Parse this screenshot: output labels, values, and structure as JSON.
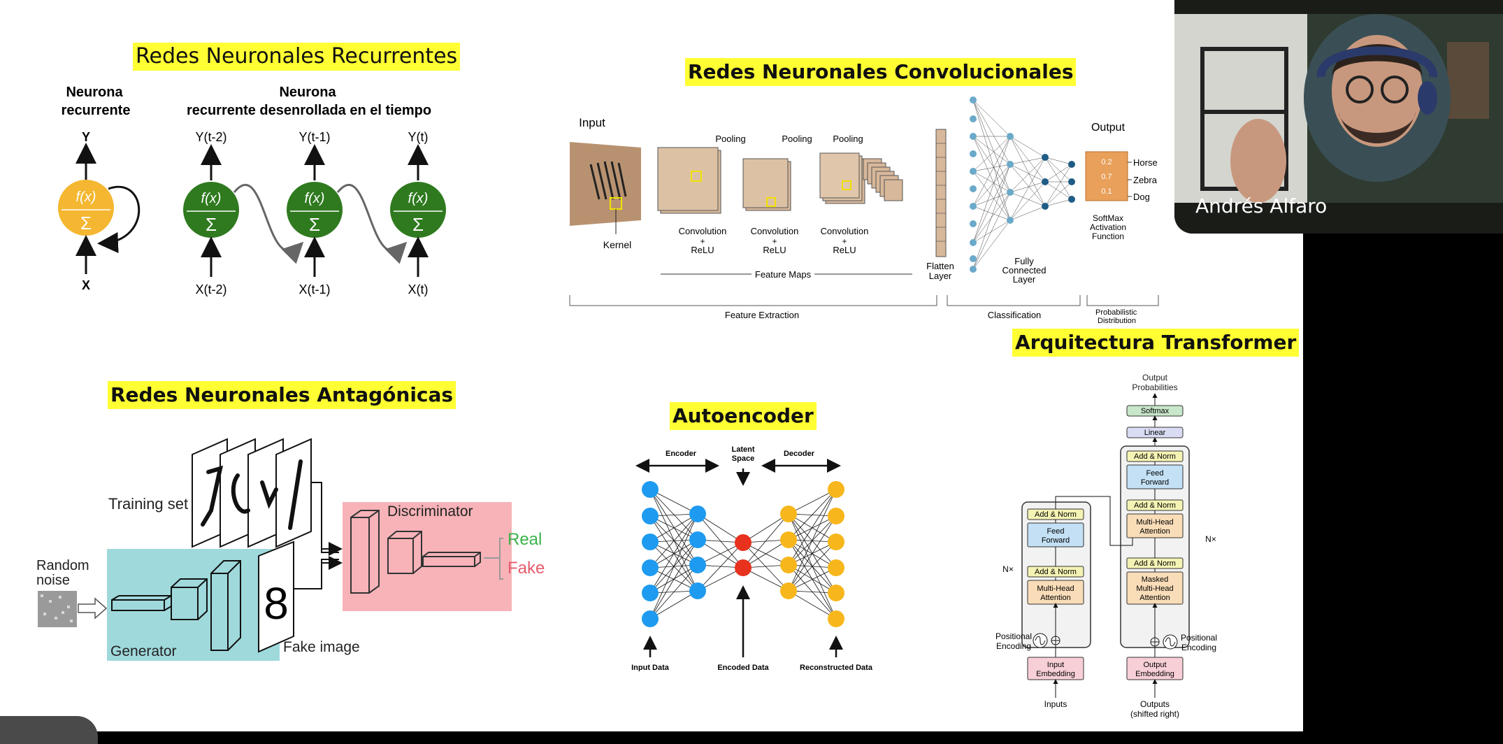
{
  "slide": {
    "rnn": {
      "title": "Redes Neuronales Recurrentes",
      "neuron_label_1": "Neurona",
      "neuron_label_2": "recurrente",
      "unrolled_label_1": "Neurona",
      "unrolled_label_2": "recurrente desenrollada en el tiempo",
      "y": "Y",
      "x": "X",
      "fx": "f(x)",
      "sigma": "Σ",
      "y_t2": "Y(t-2)",
      "y_t1": "Y(t-1)",
      "y_t": "Y(t)",
      "x_t2": "X(t-2)",
      "x_t1": "X(t-1)",
      "x_t": "X(t)"
    },
    "cnn": {
      "title": "Redes Neuronales Convolucionales",
      "input": "Input",
      "kernel": "Kernel",
      "pooling": "Pooling",
      "conv_1": "Convolution",
      "plus": "+",
      "relu": "ReLU",
      "flatten_1": "Flatten",
      "flatten_2": "Layer",
      "fc_1": "Fully",
      "fc_2": "Connected",
      "fc_3": "Layer",
      "output": "Output",
      "p1": "0.2",
      "p2": "0.7",
      "p3": "0.1",
      "horse": "Horse",
      "zebra": "Zebra",
      "dog": "Dog",
      "softmax_1": "SoftMax",
      "softmax_2": "Activation",
      "softmax_3": "Function",
      "feature_maps": "Feature Maps",
      "feature_extraction": "Feature Extraction",
      "classification": "Classification",
      "prob_1": "Probabilistic",
      "prob_2": "Distribution"
    },
    "gan": {
      "title": "Redes Neuronales Antagónicas",
      "training_set": "Training set",
      "random_noise_1": "Random",
      "random_noise_2": "noise",
      "generator": "Generator",
      "fake_image": "Fake image",
      "discriminator": "Discriminator",
      "real": "Real",
      "fake": "Fake",
      "digit_8": "8",
      "digit_1": "1"
    },
    "autoencoder": {
      "title": "Autoencoder",
      "encoder": "Encoder",
      "latent_1": "Latent",
      "latent_2": "Space",
      "decoder": "Decoder",
      "input_data": "Input Data",
      "encoded_data": "Encoded Data",
      "reconstructed_data": "Reconstructed Data"
    },
    "transformer": {
      "title": "Arquitectura Transformer",
      "output_probs_1": "Output",
      "output_probs_2": "Probabilities",
      "softmax": "Softmax",
      "linear": "Linear",
      "add_norm": "Add & Norm",
      "feed": "Feed",
      "forward": "Forward",
      "multi_head": "Multi-Head",
      "attention": "Attention",
      "masked": "Masked",
      "nx": "N×",
      "positional": "Positional",
      "encoding": "Encoding",
      "input_emb_1": "Input",
      "embedding": "Embedding",
      "output_emb_1": "Output",
      "inputs": "Inputs",
      "outputs": "Outputs",
      "shifted": "(shifted right)"
    }
  },
  "webcam": {
    "participant_name": "Andrés Alfaro"
  },
  "colors": {
    "highlight": "#ffff33",
    "rnn_yellow": "#f5b731",
    "rnn_green": "#2f7a1f",
    "ae_blue": "#1e9bf0",
    "ae_red": "#e8321e",
    "ae_yellow": "#f7b71c",
    "gen_teal": "#9fd9dc",
    "disc_pink": "#f7b3b8"
  }
}
